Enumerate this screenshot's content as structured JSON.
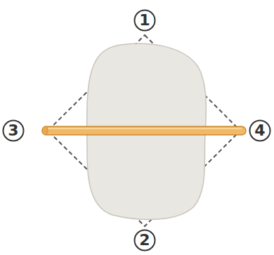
{
  "diagram": {
    "nodes": [
      {
        "text": [
          "1"
        ]
      },
      {
        "text": [
          "3"
        ]
      },
      {
        "text": [
          "4"
        ]
      },
      {
        "text": [
          "2"
        ]
      }
    ]
  }
}
